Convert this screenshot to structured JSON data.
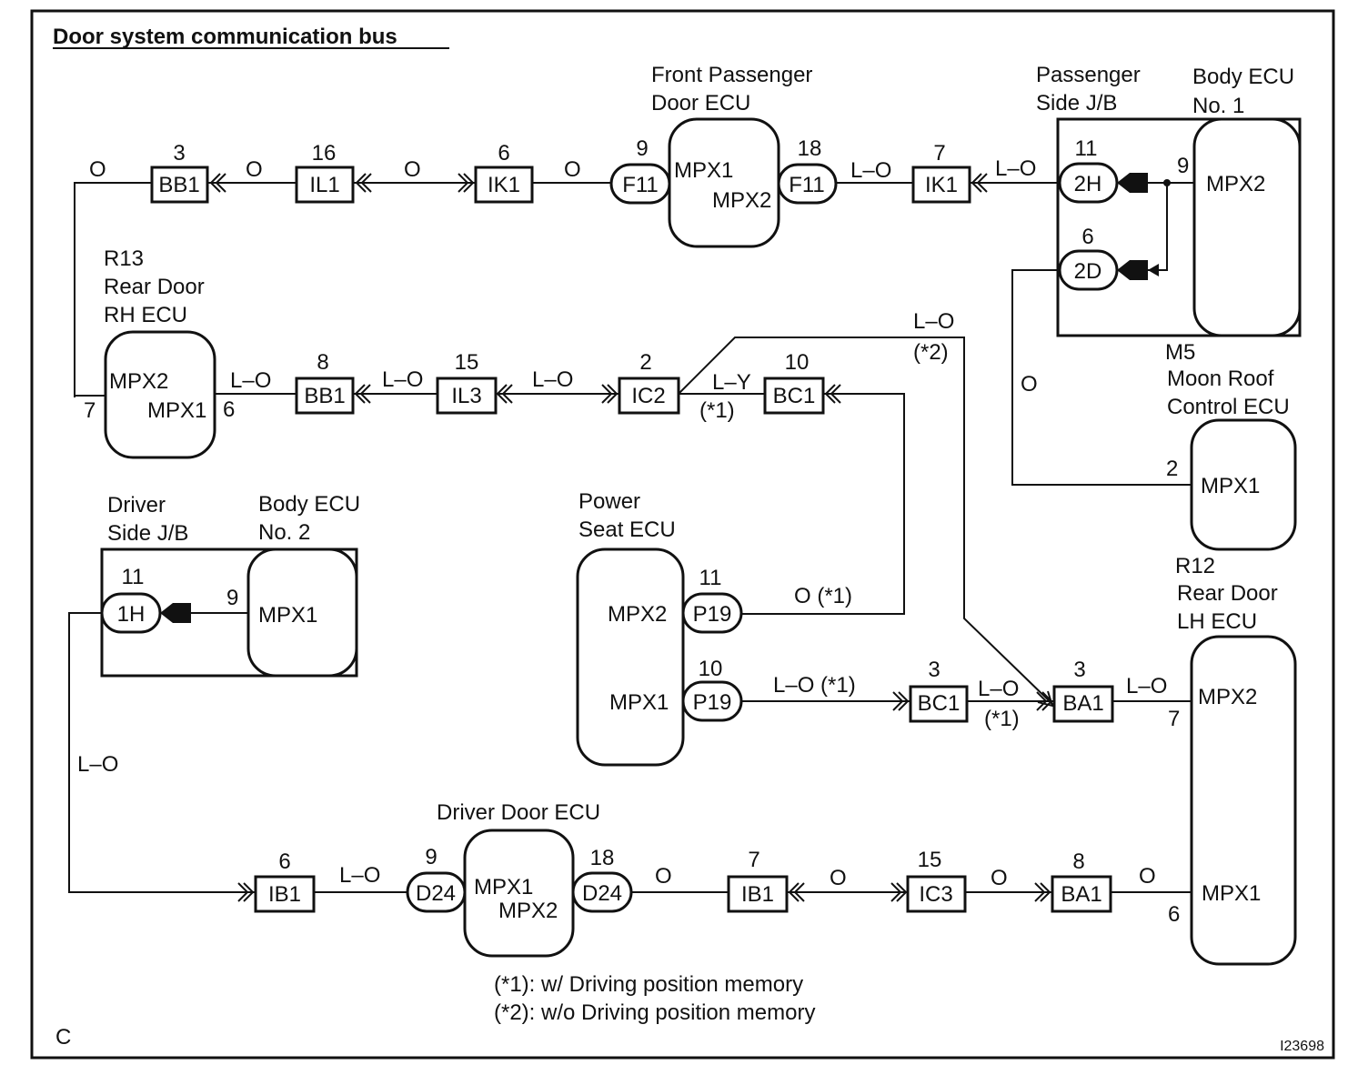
{
  "title": "Door system communication bus",
  "corner_label": "C",
  "figure_id": "I23698",
  "legend": [
    "(*1): w/ Driving position memory",
    "(*2): w/o Driving position memory"
  ],
  "components": {
    "front_passenger_door_ecu": {
      "name1": "Front Passenger",
      "name2": "Door ECU",
      "pins": [
        "MPX1",
        "MPX2"
      ]
    },
    "passenger_side_jb": {
      "name1": "Passenger",
      "name2": "Side J/B"
    },
    "body_ecu_1": {
      "name1": "Body ECU",
      "name2": "No. 1",
      "pin": "MPX2"
    },
    "rear_door_rh_ecu": {
      "name1": "R13",
      "name2": "Rear Door",
      "name3": "RH ECU",
      "pins": [
        "MPX2",
        "MPX1"
      ]
    },
    "moon_roof_ecu": {
      "name1": "M5",
      "name2": "Moon Roof",
      "name3": "Control ECU",
      "pin": "MPX1"
    },
    "driver_side_jb": {
      "name1": "Driver",
      "name2": "Side J/B"
    },
    "body_ecu_2": {
      "name1": "Body ECU",
      "name2": "No. 2",
      "pin": "MPX1"
    },
    "power_seat_ecu": {
      "name1": "Power",
      "name2": "Seat ECU",
      "pins": [
        "MPX2",
        "MPX1"
      ]
    },
    "rear_door_lh_ecu": {
      "name1": "R12",
      "name2": "Rear Door",
      "name3": "LH ECU",
      "pins": [
        "MPX2",
        "MPX1"
      ]
    },
    "driver_door_ecu": {
      "name": "Driver Door ECU",
      "pins": [
        "MPX1",
        "MPX2"
      ]
    }
  },
  "connectors": {
    "bb1_top": {
      "code": "BB1",
      "pin": "3"
    },
    "il1": {
      "code": "IL1",
      "pin": "16"
    },
    "ik1_left": {
      "code": "IK1",
      "pin": "6"
    },
    "f11_left": {
      "code": "F11",
      "pin": "9"
    },
    "f11_right": {
      "code": "F11",
      "pin": "18"
    },
    "ik1_right": {
      "code": "IK1",
      "pin": "7"
    },
    "c2h": {
      "code": "2H",
      "pin": "11"
    },
    "c2d": {
      "code": "2D",
      "pin": "6"
    },
    "bb1_mid": {
      "code": "BB1",
      "pin": "8"
    },
    "il3": {
      "code": "IL3",
      "pin": "15"
    },
    "ic2": {
      "code": "IC2",
      "pin": "2"
    },
    "bc1_top": {
      "code": "BC1",
      "pin": "10"
    },
    "c1h": {
      "code": "1H",
      "pin": "11"
    },
    "p19_top": {
      "code": "P19",
      "pin": "11"
    },
    "p19_bottom": {
      "code": "P19",
      "pin": "10"
    },
    "bc1_bottom": {
      "code": "BC1",
      "pin": "3"
    },
    "ba1_top": {
      "code": "BA1",
      "pin": "3"
    },
    "ib1_left": {
      "code": "IB1",
      "pin": "6"
    },
    "d24_left": {
      "code": "D24",
      "pin": "9"
    },
    "d24_right": {
      "code": "D24",
      "pin": "18"
    },
    "ib1_right": {
      "code": "IB1",
      "pin": "7"
    },
    "ic3": {
      "code": "IC3",
      "pin": "15"
    },
    "ba1_bottom": {
      "code": "BA1",
      "pin": "8"
    }
  },
  "pin_numbers": {
    "body_ecu_1_mpx2": "9",
    "rear_rh_mpx2": "7",
    "rear_rh_mpx1": "6",
    "moon_roof_mpx1": "2",
    "body_ecu_2_mpx1": "9",
    "rear_lh_mpx2": "7",
    "rear_lh_mpx1": "6"
  },
  "wires": {
    "top_o1": "O",
    "top_o2": "O",
    "top_o3": "O",
    "top_o4": "O",
    "top_lo1": "L–O",
    "top_lo2": "L–O",
    "mid_lo1": "L–O",
    "mid_lo2": "L–O",
    "mid_lo3": "L–O",
    "ly": "L–Y",
    "ly_note": "(*1)",
    "diag_lo": "L–O",
    "diag_note": "(*2)",
    "right_o": "O",
    "seat_o": "O (*1)",
    "seat_lo": "L–O (*1)",
    "bc1_lo": "L–O",
    "bc1_note": "(*1)",
    "ba1_lo": "L–O",
    "left_lo": "L–O",
    "bot_lo": "L–O",
    "bot_o1": "O",
    "bot_o2": "O",
    "bot_o3": "O",
    "bot_o4": "O"
  }
}
